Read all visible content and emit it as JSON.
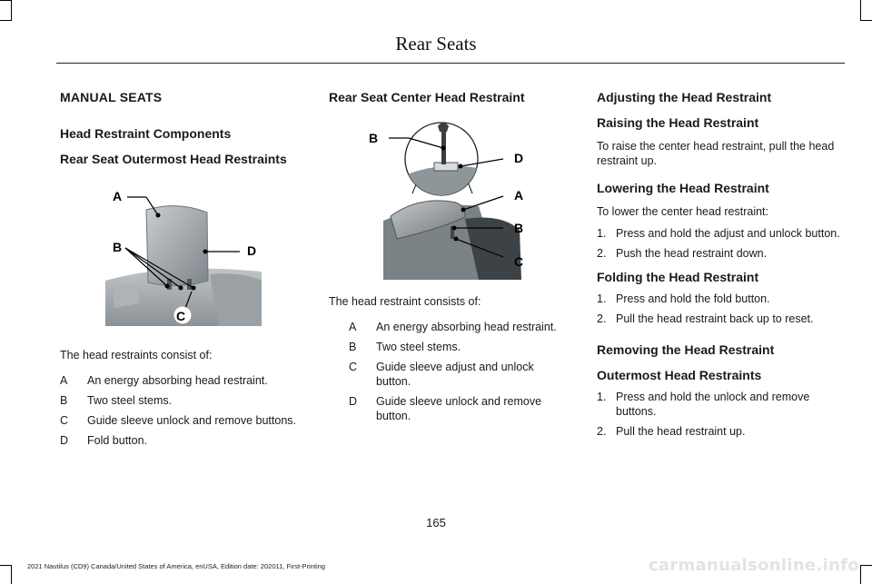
{
  "header": {
    "title": "Rear Seats"
  },
  "col1": {
    "section_title": "MANUAL SEATS",
    "subtitle1": "Head Restraint Components",
    "subtitle2": "Rear Seat Outermost Head Restraints",
    "figure_labels": {
      "a": "A",
      "b": "B",
      "c": "C",
      "d": "D"
    },
    "intro": "The head restraints consist of:",
    "legend": [
      {
        "key": "A",
        "text": "An energy absorbing head restraint."
      },
      {
        "key": "B",
        "text": "Two steel stems."
      },
      {
        "key": "C",
        "text": "Guide sleeve unlock and remove buttons."
      },
      {
        "key": "D",
        "text": "Fold button."
      }
    ]
  },
  "col2": {
    "subtitle": "Rear Seat Center Head Restraint",
    "figure_labels": {
      "b_top": "B",
      "d": "D",
      "a": "A",
      "b": "B",
      "c": "C"
    },
    "intro": "The head restraint consists of:",
    "legend": [
      {
        "key": "A",
        "text": "An energy absorbing head restraint."
      },
      {
        "key": "B",
        "text": "Two steel stems."
      },
      {
        "key": "C",
        "text": "Guide sleeve adjust and unlock button."
      },
      {
        "key": "D",
        "text": "Guide sleeve unlock and remove button."
      }
    ]
  },
  "col3": {
    "title": "Adjusting the Head Restraint",
    "raise_title": "Raising the Head Restraint",
    "raise_text": "To raise the center head restraint, pull the head restraint up.",
    "lower_title": "Lowering the Head Restraint",
    "lower_text": "To lower the center head restraint:",
    "lower_steps": [
      {
        "num": "1.",
        "text": "Press and hold the adjust and unlock button."
      },
      {
        "num": "2.",
        "text": "Push the head restraint down."
      }
    ],
    "fold_title": "Folding the Head Restraint",
    "fold_steps": [
      {
        "num": "1.",
        "text": "Press and hold the fold button."
      },
      {
        "num": "2.",
        "text": "Pull the head restraint back up to reset."
      }
    ],
    "remove_title": "Removing the Head Restraint",
    "outer_title": "Outermost Head Restraints",
    "outer_steps": [
      {
        "num": "1.",
        "text": "Press and hold the unlock and remove buttons."
      },
      {
        "num": "2.",
        "text": "Pull the head restraint up."
      }
    ]
  },
  "footer": {
    "page_number": "165",
    "note": "2021 Nautilus (CD9) Canada/United States of America, enUSA, Edition date: 202011, First-Printing",
    "watermark": "carmanualsonline.info"
  }
}
